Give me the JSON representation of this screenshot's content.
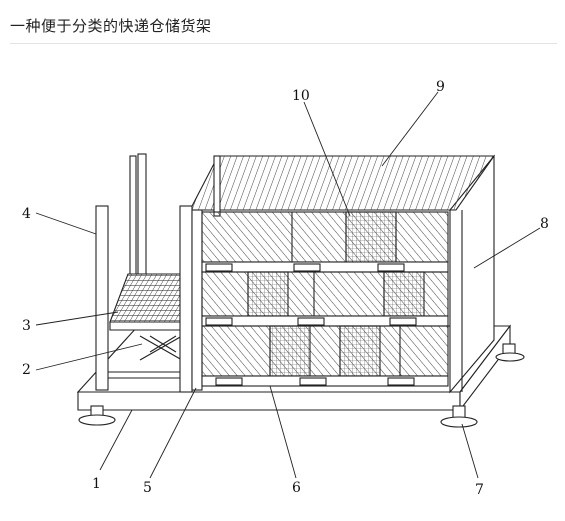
{
  "page": {
    "title": "一种便于分类的快递仓储货架"
  },
  "callouts": [
    "1",
    "2",
    "3",
    "4",
    "5",
    "6",
    "7",
    "8",
    "9",
    "10"
  ]
}
